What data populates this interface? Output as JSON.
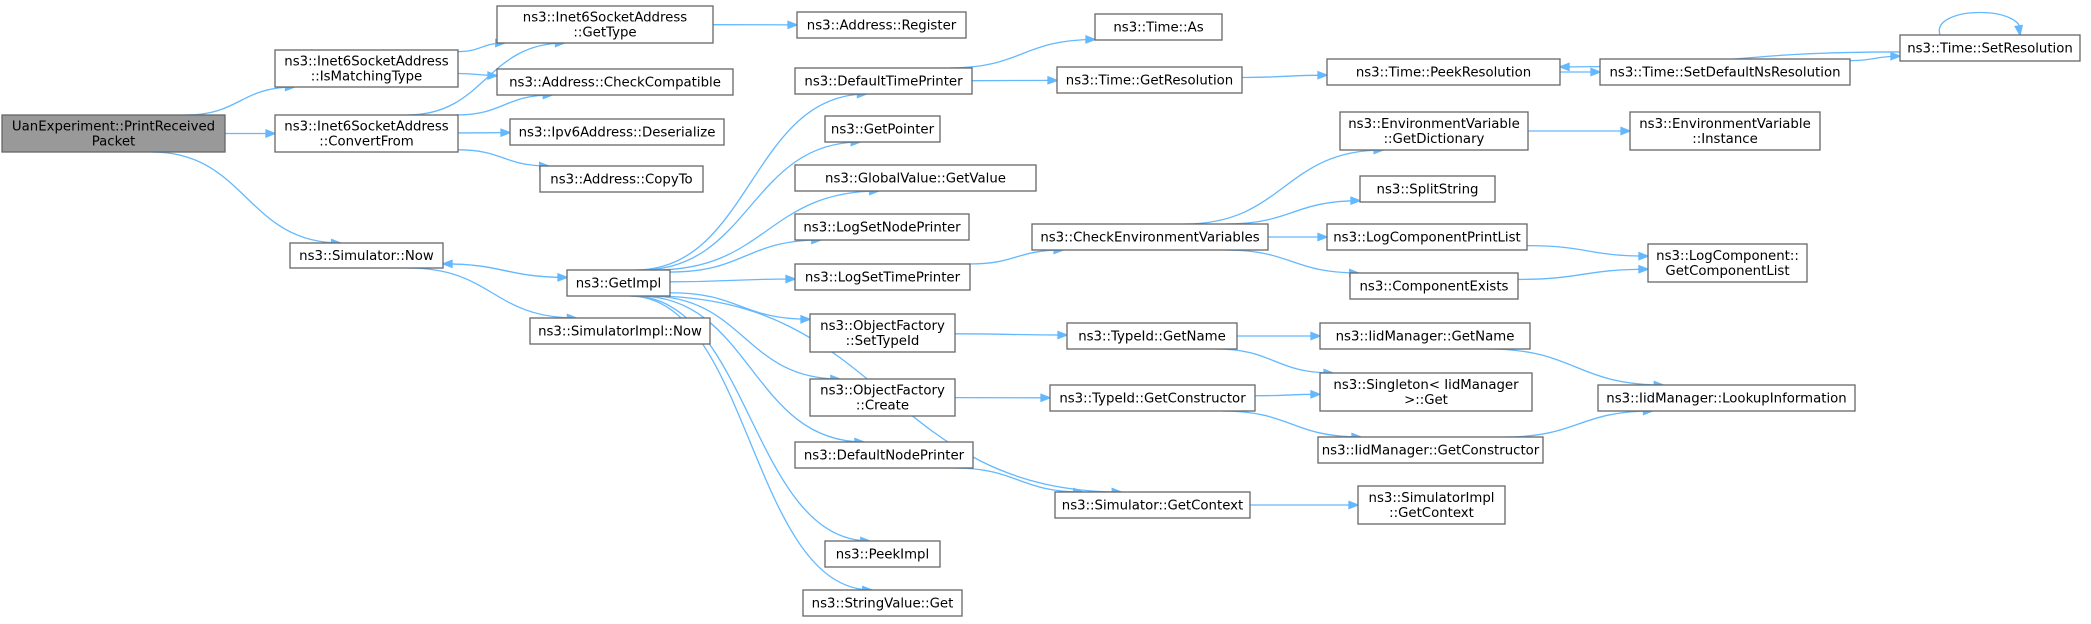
{
  "nodes": [
    {
      "id": "uan",
      "lines": [
        "UanExperiment::PrintReceived",
        "Packet"
      ],
      "root": true
    },
    {
      "id": "ismatch",
      "lines": [
        "ns3::Inet6SocketAddress",
        "::IsMatchingType"
      ]
    },
    {
      "id": "convert",
      "lines": [
        "ns3::Inet6SocketAddress",
        "::ConvertFrom"
      ]
    },
    {
      "id": "simnow",
      "lines": [
        "ns3::Simulator::Now"
      ]
    },
    {
      "id": "gettype",
      "lines": [
        "ns3::Inet6SocketAddress",
        "::GetType"
      ]
    },
    {
      "id": "checkcompat",
      "lines": [
        "ns3::Address::CheckCompatible"
      ]
    },
    {
      "id": "deser",
      "lines": [
        "ns3::Ipv6Address::Deserialize"
      ]
    },
    {
      "id": "copyto",
      "lines": [
        "ns3::Address::CopyTo"
      ]
    },
    {
      "id": "getimpl",
      "lines": [
        "ns3::GetImpl"
      ]
    },
    {
      "id": "simimplnow",
      "lines": [
        "ns3::SimulatorImpl::Now"
      ]
    },
    {
      "id": "register",
      "lines": [
        "ns3::Address::Register"
      ]
    },
    {
      "id": "deftp",
      "lines": [
        "ns3::DefaultTimePrinter"
      ]
    },
    {
      "id": "getptr",
      "lines": [
        "ns3::GetPointer"
      ]
    },
    {
      "id": "gvget",
      "lines": [
        "ns3::GlobalValue::GetValue"
      ]
    },
    {
      "id": "lsnp",
      "lines": [
        "ns3::LogSetNodePrinter"
      ]
    },
    {
      "id": "lstp",
      "lines": [
        "ns3::LogSetTimePrinter"
      ]
    },
    {
      "id": "ofset",
      "lines": [
        "ns3::ObjectFactory",
        "::SetTypeId"
      ]
    },
    {
      "id": "ofcreate",
      "lines": [
        "ns3::ObjectFactory",
        "::Create"
      ]
    },
    {
      "id": "defnp",
      "lines": [
        "ns3::DefaultNodePrinter"
      ]
    },
    {
      "id": "peekimpl",
      "lines": [
        "ns3::PeekImpl"
      ]
    },
    {
      "id": "svget",
      "lines": [
        "ns3::StringValue::Get"
      ]
    },
    {
      "id": "timeas",
      "lines": [
        "ns3::Time::As"
      ]
    },
    {
      "id": "getres",
      "lines": [
        "ns3::Time::GetResolution"
      ]
    },
    {
      "id": "cev",
      "lines": [
        "ns3::CheckEnvironmentVariables"
      ]
    },
    {
      "id": "tigetname",
      "lines": [
        "ns3::TypeId::GetName"
      ]
    },
    {
      "id": "tigetctor",
      "lines": [
        "ns3::TypeId::GetConstructor"
      ]
    },
    {
      "id": "simgetctx",
      "lines": [
        "ns3::Simulator::GetContext"
      ]
    },
    {
      "id": "peekres",
      "lines": [
        "ns3::Time::PeekResolution"
      ]
    },
    {
      "id": "evdict",
      "lines": [
        "ns3::EnvironmentVariable",
        "::GetDictionary"
      ]
    },
    {
      "id": "split",
      "lines": [
        "ns3::SplitString"
      ]
    },
    {
      "id": "lcpl",
      "lines": [
        "ns3::LogComponentPrintList"
      ]
    },
    {
      "id": "compex",
      "lines": [
        "ns3::ComponentExists"
      ]
    },
    {
      "id": "iidgetname",
      "lines": [
        "ns3::IidManager::GetName"
      ]
    },
    {
      "id": "singleton",
      "lines": [
        "ns3::Singleton< IidManager",
        ">::Get"
      ]
    },
    {
      "id": "iidgetctor",
      "lines": [
        "ns3::IidManager::GetConstructor"
      ]
    },
    {
      "id": "simimplctx",
      "lines": [
        "ns3::SimulatorImpl",
        "::GetContext"
      ]
    },
    {
      "id": "setdefns",
      "lines": [
        "ns3::Time::SetDefaultNsResolution"
      ]
    },
    {
      "id": "evinst",
      "lines": [
        "ns3::EnvironmentVariable",
        "::Instance"
      ]
    },
    {
      "id": "lcgetlist",
      "lines": [
        "ns3::LogComponent::",
        "GetComponentList"
      ]
    },
    {
      "id": "lookup",
      "lines": [
        "ns3::IidManager::LookupInformation"
      ]
    },
    {
      "id": "setres",
      "lines": [
        "ns3::Time::SetResolution"
      ]
    }
  ],
  "edges": [
    [
      "uan",
      "ismatch"
    ],
    [
      "uan",
      "convert"
    ],
    [
      "uan",
      "simnow"
    ],
    [
      "ismatch",
      "gettype"
    ],
    [
      "ismatch",
      "checkcompat"
    ],
    [
      "convert",
      "gettype"
    ],
    [
      "convert",
      "checkcompat"
    ],
    [
      "convert",
      "deser"
    ],
    [
      "convert",
      "copyto"
    ],
    [
      "gettype",
      "register"
    ],
    [
      "simnow",
      "getimpl"
    ],
    [
      "simnow",
      "simimplnow"
    ],
    [
      "getimpl",
      "deftp"
    ],
    [
      "getimpl",
      "getptr"
    ],
    [
      "getimpl",
      "gvget"
    ],
    [
      "getimpl",
      "lsnp"
    ],
    [
      "getimpl",
      "lstp"
    ],
    [
      "getimpl",
      "ofset"
    ],
    [
      "getimpl",
      "ofcreate"
    ],
    [
      "getimpl",
      "defnp"
    ],
    [
      "getimpl",
      "simgetctx"
    ],
    [
      "getimpl",
      "peekimpl"
    ],
    [
      "getimpl",
      "svget"
    ],
    [
      "getimpl",
      "simnow"
    ],
    [
      "deftp",
      "timeas"
    ],
    [
      "deftp",
      "getres"
    ],
    [
      "getres",
      "peekres"
    ],
    [
      "peekres",
      "setdefns"
    ],
    [
      "setdefns",
      "setres"
    ],
    [
      "setres",
      "peekres"
    ],
    [
      "setres",
      "setres"
    ],
    [
      "lstp",
      "cev"
    ],
    [
      "cev",
      "evdict"
    ],
    [
      "cev",
      "split"
    ],
    [
      "cev",
      "lcpl"
    ],
    [
      "cev",
      "compex"
    ],
    [
      "evdict",
      "evinst"
    ],
    [
      "lcpl",
      "lcgetlist"
    ],
    [
      "compex",
      "lcgetlist"
    ],
    [
      "ofset",
      "tigetname"
    ],
    [
      "tigetname",
      "iidgetname"
    ],
    [
      "tigetname",
      "singleton"
    ],
    [
      "iidgetname",
      "lookup"
    ],
    [
      "ofcreate",
      "tigetctor"
    ],
    [
      "tigetctor",
      "singleton"
    ],
    [
      "tigetctor",
      "iidgetctor"
    ],
    [
      "iidgetctor",
      "lookup"
    ],
    [
      "defnp",
      "simgetctx"
    ],
    [
      "simgetctx",
      "simimplctx"
    ]
  ]
}
